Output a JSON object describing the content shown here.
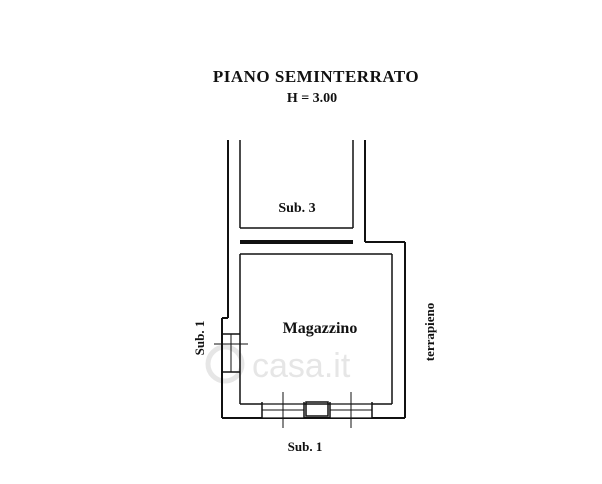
{
  "plan": {
    "title": "PIANO SEMINTERRATO",
    "height_label": "H = 3.00",
    "rooms": {
      "upper": "Sub. 3",
      "main": "Magazzino"
    },
    "labels": {
      "left": "Sub. 1",
      "right": "terrapieno",
      "bottom": "Sub. 1"
    },
    "watermark": "casa.it"
  }
}
